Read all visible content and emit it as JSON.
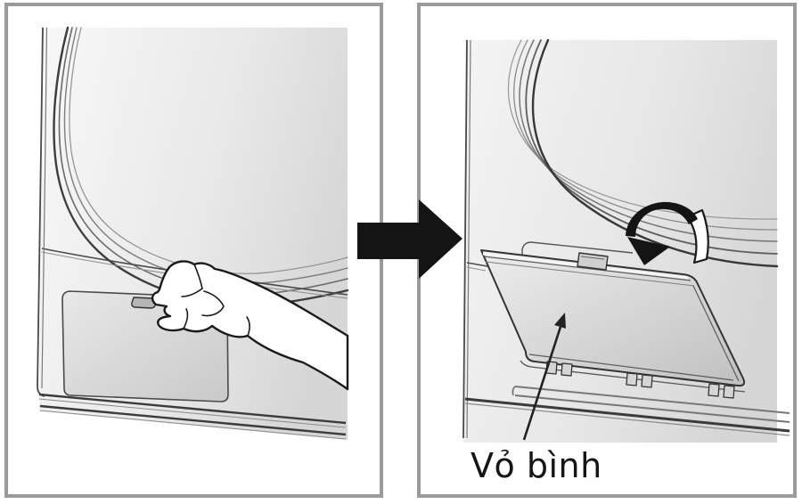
{
  "figure": {
    "panels": [
      {
        "name": "press-latch-step",
        "label": ""
      },
      {
        "name": "remove-cover-step",
        "label": "Vỏ bình"
      }
    ],
    "icons": {
      "between_panels": "right-arrow-icon",
      "on_cover": "curved-fold-down-arrow-icon",
      "label_pointer": "leader-arrow-icon"
    },
    "colors": {
      "background": "#ffffff",
      "panel_border": "#9a9a9a",
      "line_art": "#2e2e2e",
      "body_gradient_start": "#f7f7f7",
      "body_gradient_end": "#d8d8d8",
      "arrow_black": "#141414",
      "label_text": "#151515"
    }
  }
}
